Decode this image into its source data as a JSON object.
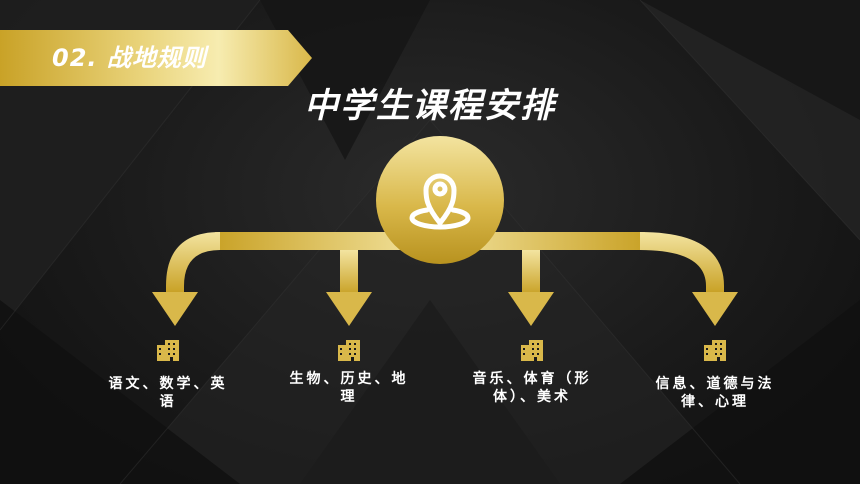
{
  "banner": {
    "text": "02. 战地规则"
  },
  "title": "中学生课程安排",
  "center_icon": "location-pin-icon",
  "colors": {
    "gold": "#d9b84a",
    "gold_light": "#f3e4a0",
    "gold_dark": "#b8921f",
    "background": "#1a1a1a",
    "text": "#ffffff"
  },
  "courses": [
    {
      "icon": "building-icon",
      "label": "语文、数学、英语"
    },
    {
      "icon": "building-icon",
      "label": "生物、历史、地理"
    },
    {
      "icon": "building-icon",
      "label": "音乐、体育（形体）、美术"
    },
    {
      "icon": "building-icon",
      "label": "信息、道德与法律、心理"
    }
  ]
}
